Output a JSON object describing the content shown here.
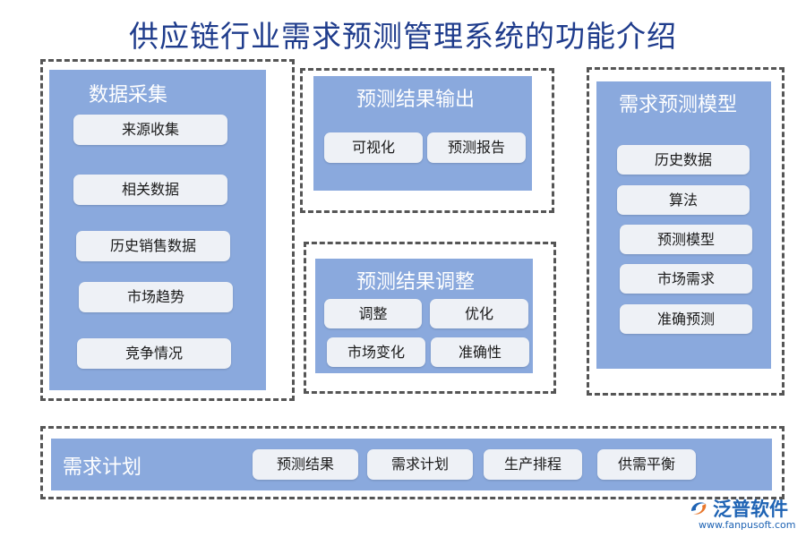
{
  "title": "供应链行业需求预测管理系统的功能介绍",
  "data_collection": {
    "title": "数据采集",
    "items": [
      "来源收集",
      "相关数据",
      "历史销售数据",
      "市场趋势",
      "竞争情况"
    ]
  },
  "forecast_output": {
    "title": "预测结果输出",
    "items": [
      "可视化",
      "预测报告"
    ]
  },
  "forecast_adjust": {
    "title": "预测结果调整",
    "items": [
      "调整",
      "优化",
      "市场变化",
      "准确性"
    ]
  },
  "demand_model": {
    "title": "需求预测模型",
    "items": [
      "历史数据",
      "算法",
      "预测模型",
      "市场需求",
      "准确预测"
    ]
  },
  "demand_plan": {
    "title": "需求计划",
    "items": [
      "预测结果",
      "需求计划",
      "生产排程",
      "供需平衡"
    ]
  },
  "logo": {
    "name": "泛普软件",
    "url": "www.fanpusoft.com"
  },
  "colors": {
    "panel": "#8aa9dd",
    "title": "#1f3c8c",
    "pill": "#eef1f6"
  }
}
